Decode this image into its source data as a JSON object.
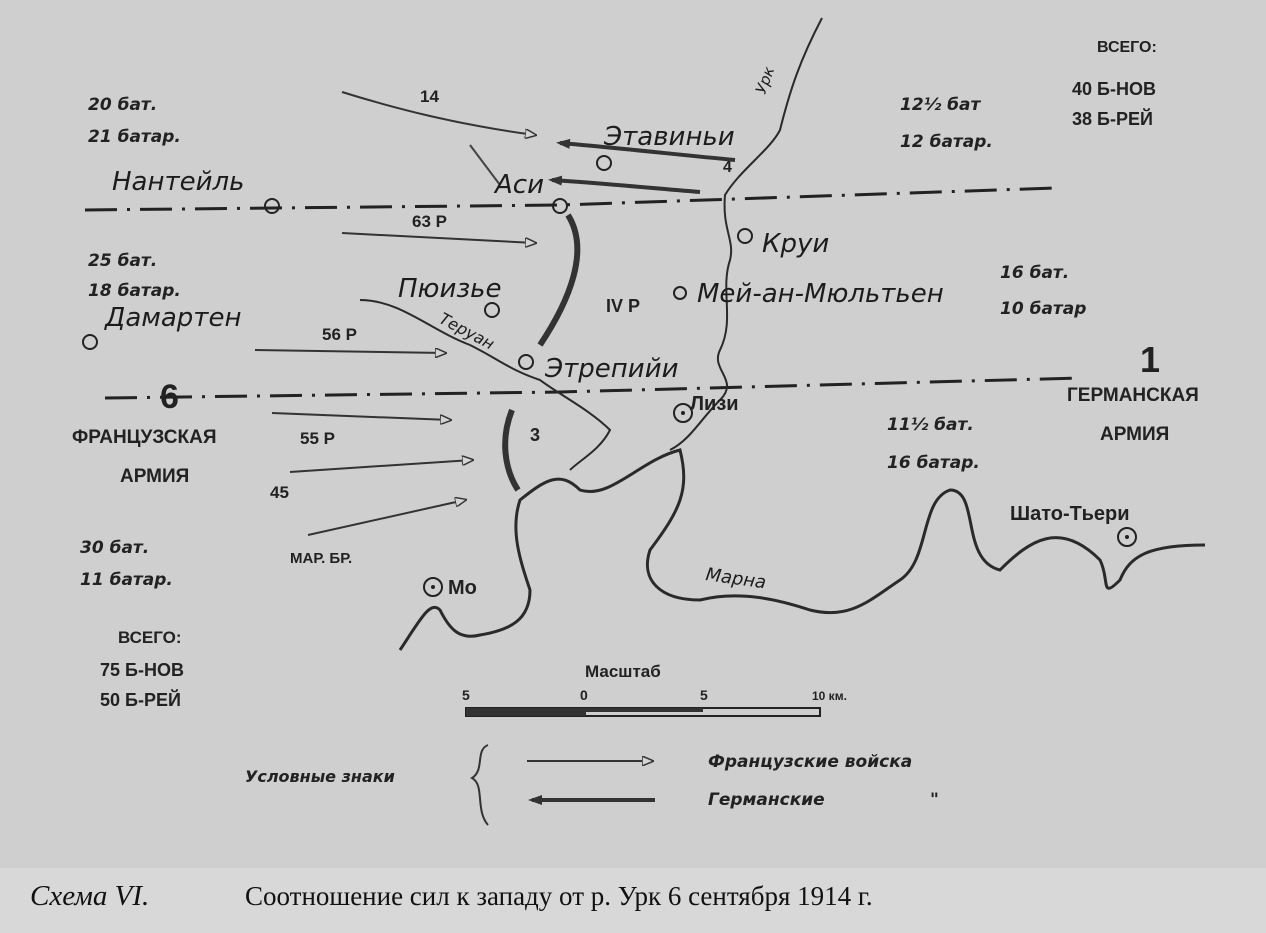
{
  "caption": {
    "prefix": "Схема VI.",
    "text": "Соотношение сил к западу от р. Урк 6 сентября 1914 г."
  },
  "french": {
    "group1": [
      "20 бат.",
      "21 батар."
    ],
    "group2": [
      "25 бат.",
      "18 батар."
    ],
    "group3": [
      "30 бат.",
      "11 батар."
    ],
    "army_number": "6",
    "army_name": [
      "ФРАНЦУЗСКАЯ",
      "АРМИЯ"
    ],
    "total": {
      "label": "ВСЕГО:",
      "battalions": "75 Б-НОВ",
      "batteries": "50 Б-РЕЙ"
    },
    "units": [
      "14",
      "63 Р",
      "56 Р",
      "55 Р",
      "45",
      "МАР. БР."
    ]
  },
  "german": {
    "group1": [
      "12½ бат",
      "12 батар."
    ],
    "group2": [
      "16 бат.",
      "10 батар"
    ],
    "group3": [
      "11½ бат.",
      "16 батар."
    ],
    "army_number": "1",
    "army_name": [
      "ГЕРМАНСКАЯ",
      "АРМИЯ"
    ],
    "total": {
      "label": "ВСЕГО:",
      "battalions": "40 Б-НОВ",
      "batteries": "38 Б-РЕЙ"
    },
    "units": [
      "4",
      "IV Р",
      "3"
    ]
  },
  "places": {
    "nanteuil": "Нантейль",
    "damartin": "Дамартен",
    "etavigny": "Этавиньи",
    "acy": "Аси",
    "puisieux": "Пюизье",
    "etrepilly": "Этрепийи",
    "crouy": "Круи",
    "may": "Мей-ан-Мюльтьен",
    "lizy": "Лизи",
    "chateau": "Шато-Тьери",
    "meaux": "Мо"
  },
  "rivers": {
    "ourcq": "Урк",
    "therouanne": "Теруан",
    "marne": "Марна"
  },
  "scale": {
    "title": "Масштаб",
    "ticks": [
      "5",
      "0",
      "5",
      "10 км."
    ]
  },
  "legend": {
    "title": "Условные знаки",
    "french": "Французские войска",
    "german": "Германские",
    "ditto": "\""
  }
}
